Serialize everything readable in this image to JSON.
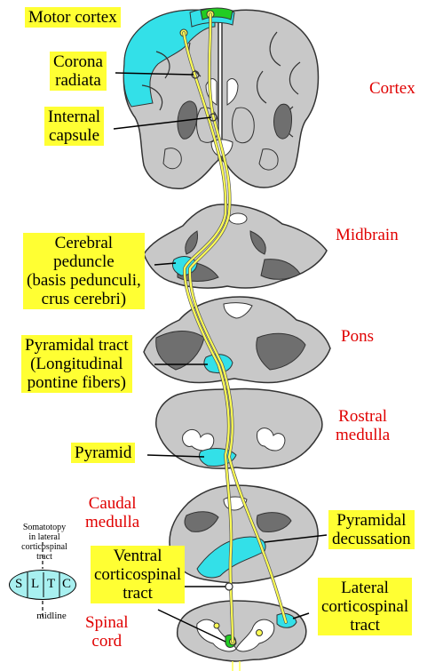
{
  "colors": {
    "tissue": "#c8c8c8",
    "dark_tissue": "#6f6f6f",
    "tract_cyan": "#33e0e8",
    "motor_green": "#22cc22",
    "tract_yellow": "#ffff55",
    "label_bg": "#ffff33",
    "region_label": "#e00000"
  },
  "labels": {
    "motor_cortex": "Motor cortex",
    "corona_radiata": [
      "Corona",
      "radiata"
    ],
    "internal_capsule": [
      "Internal",
      "capsule"
    ],
    "cerebral_peduncle": [
      "Cerebral",
      "peduncle",
      "(basis pedunculi,",
      "crus cerebri)"
    ],
    "pyramidal_tract": [
      "Pyramidal tract",
      "(Longitudinal",
      "pontine fibers)"
    ],
    "pyramid": "Pyramid",
    "pyramidal_decussation": [
      "Pyramidal",
      "decussation"
    ],
    "ventral_corticospinal": [
      "Ventral",
      "corticospinal",
      "tract"
    ],
    "lateral_corticospinal": [
      "Lateral",
      "corticospinal",
      "tract"
    ]
  },
  "regions": {
    "cortex": "Cortex",
    "midbrain": "Midbrain",
    "pons": "Pons",
    "rostral_medulla": [
      "Rostral",
      "medulla"
    ],
    "caudal_medulla": [
      "Caudal",
      "medulla"
    ],
    "spinal_cord": [
      "Spinal",
      "cord"
    ]
  },
  "somatotopy": {
    "title": [
      "Somatotopy",
      "in lateral",
      "corticospinal",
      "tract"
    ],
    "letters": [
      "S",
      "L",
      "T",
      "C"
    ],
    "midline": "midline"
  }
}
